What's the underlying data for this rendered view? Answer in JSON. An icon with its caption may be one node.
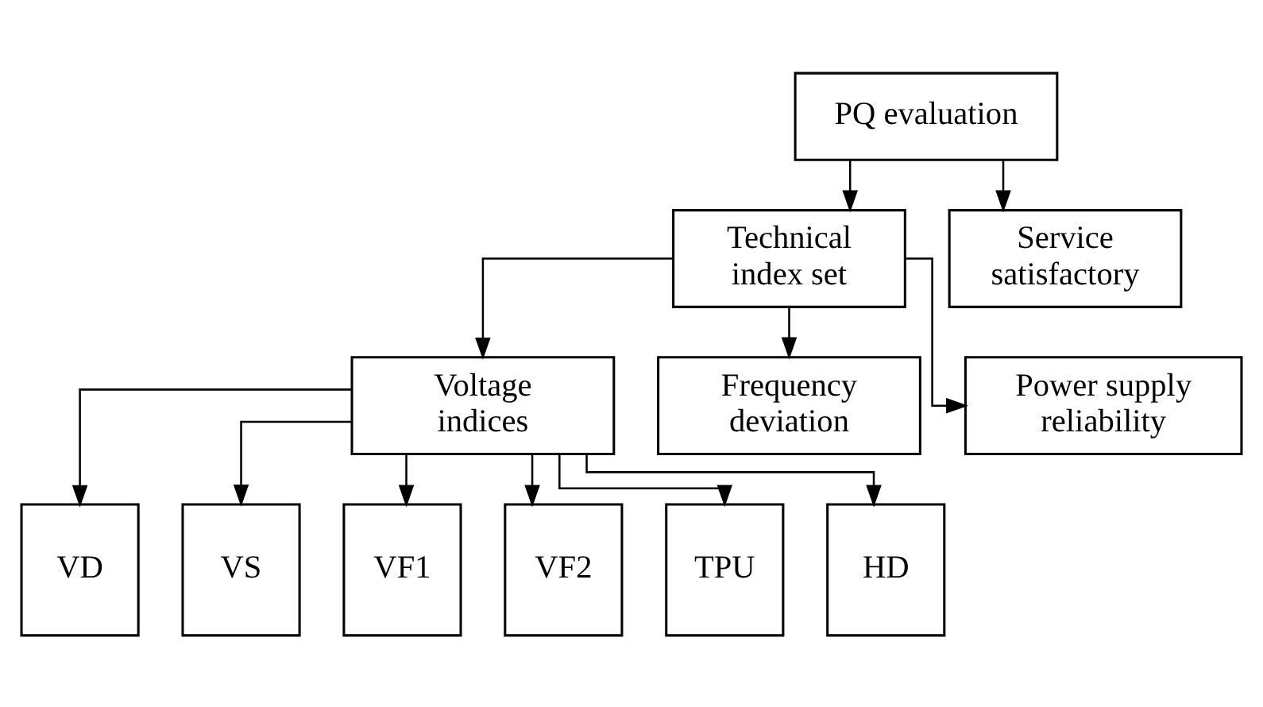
{
  "diagram": {
    "nodes": [
      {
        "text": [
          "PQ evaluation"
        ]
      },
      {
        "text": [
          "Technical index set"
        ]
      },
      {
        "text": [
          "Service satisfactory"
        ]
      },
      {
        "text": [
          "Voltage indices"
        ]
      },
      {
        "text": [
          "Frequency deviation"
        ]
      },
      {
        "text": [
          "Power supply reliability"
        ]
      },
      {
        "text": [
          "VD"
        ]
      },
      {
        "text": [
          "VS"
        ]
      },
      {
        "text": [
          "VF1"
        ]
      },
      {
        "text": [
          "VF2"
        ]
      },
      {
        "text": [
          "TPU"
        ]
      },
      {
        "text": [
          "HD"
        ]
      }
    ],
    "edges": [
      {
        "from": 0,
        "to": 1,
        "arrow": "to"
      },
      {
        "from": 0,
        "to": 2,
        "arrow": "to"
      },
      {
        "from": 1,
        "to": 3,
        "arrow": "to"
      },
      {
        "from": 1,
        "to": 4,
        "arrow": "to"
      },
      {
        "from": 1,
        "to": 5,
        "arrow": "to"
      },
      {
        "from": 3,
        "to": 6,
        "arrow": "to"
      },
      {
        "from": 3,
        "to": 7,
        "arrow": "to"
      },
      {
        "from": 3,
        "to": 8,
        "arrow": "to"
      },
      {
        "from": 3,
        "to": 9,
        "arrow": "to"
      },
      {
        "from": 3,
        "to": 10,
        "arrow": "to"
      },
      {
        "from": 3,
        "to": 11,
        "arrow": "to"
      }
    ]
  }
}
